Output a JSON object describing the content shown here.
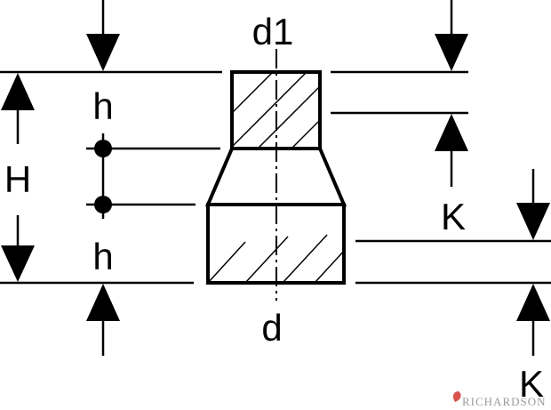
{
  "labels": {
    "d1": "d1",
    "d": "d",
    "h_top": "h",
    "h_bottom": "h",
    "H": "H",
    "K_upper": "K",
    "K_lower": "K"
  },
  "watermark": {
    "text": "RICHARDSON",
    "color": "#9a9a9a",
    "logo_color": "#d9534f"
  },
  "colors": {
    "line": "#000000",
    "background": "#ffffff"
  }
}
